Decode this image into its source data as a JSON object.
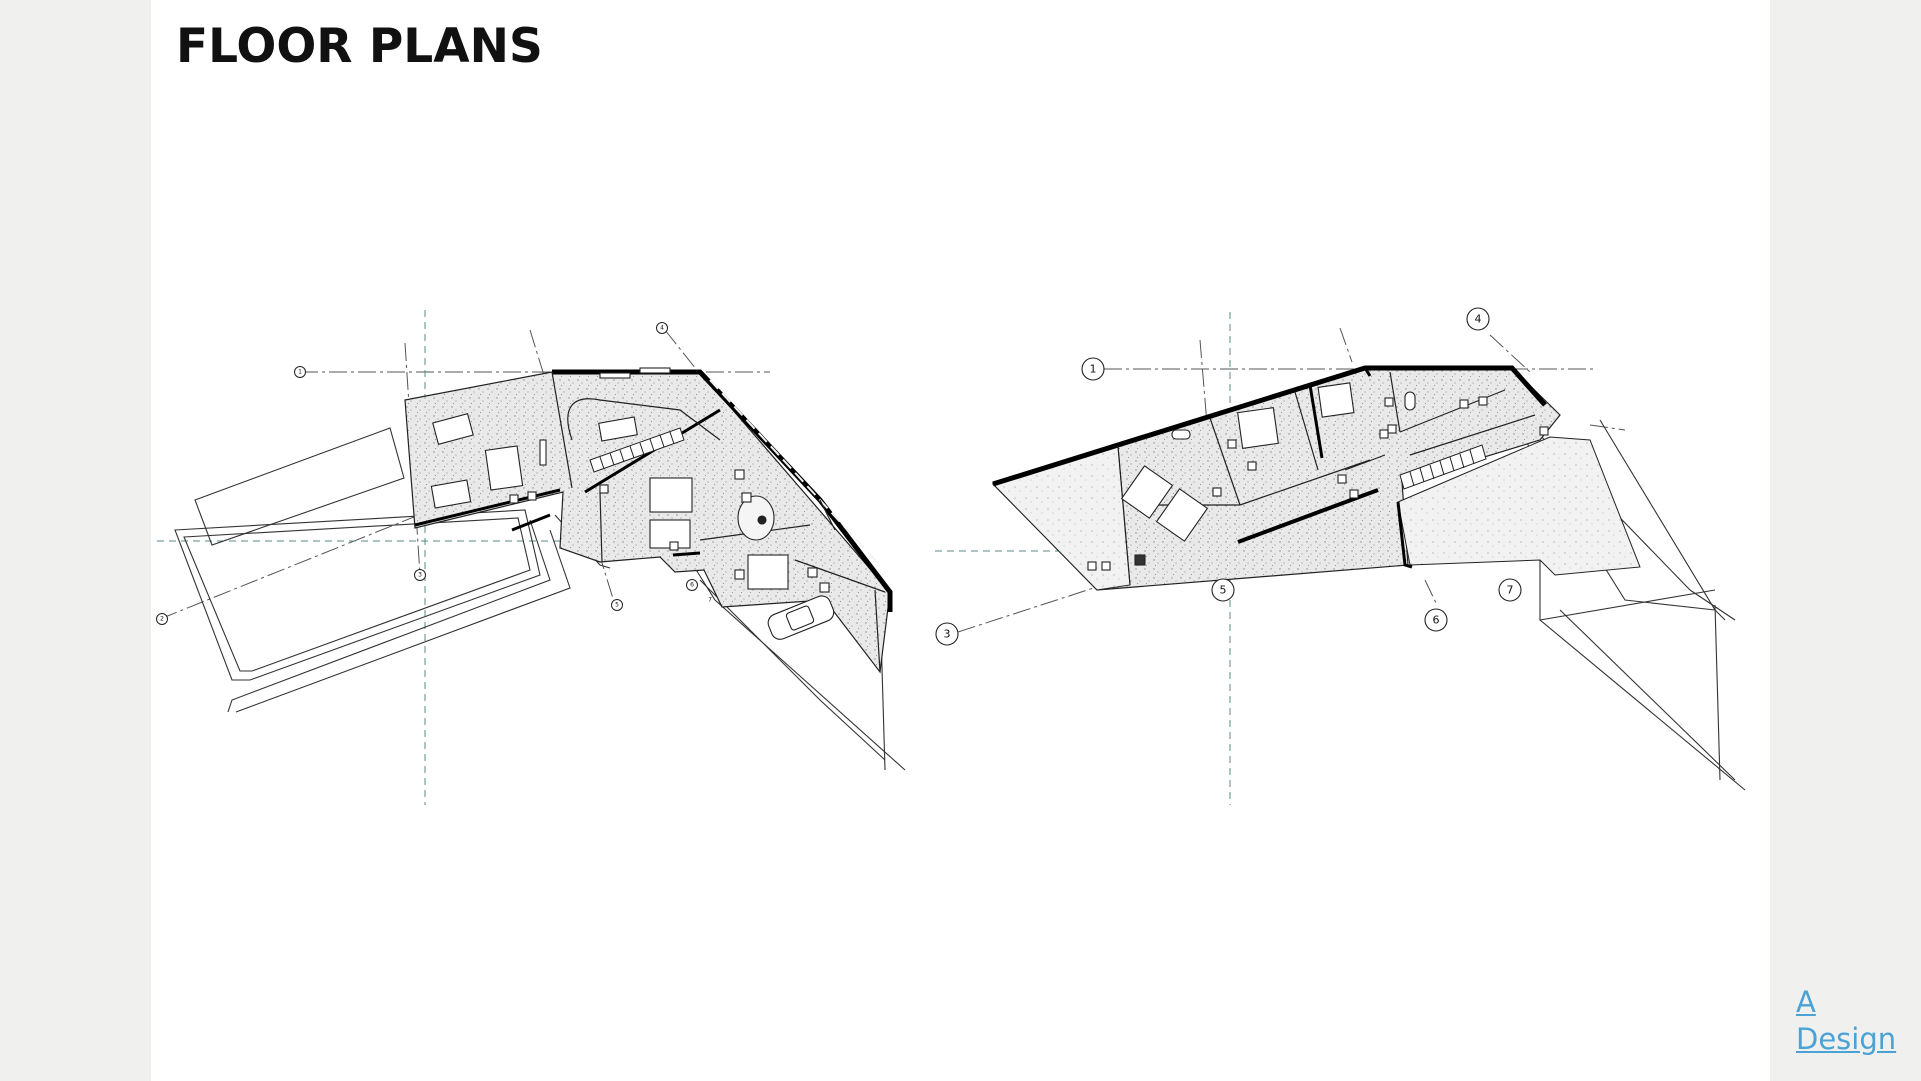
{
  "slide": {
    "title": "FLOOR PLANS"
  },
  "brand": {
    "line1": "A",
    "line2": "Design",
    "color": "#4aa3d4"
  },
  "plans": {
    "left_gridline_labels": [
      "1",
      "2",
      "3",
      "4",
      "5",
      "6",
      "7"
    ],
    "right_gridline_labels": [
      "1",
      "3",
      "4",
      "5",
      "6",
      "7"
    ]
  }
}
